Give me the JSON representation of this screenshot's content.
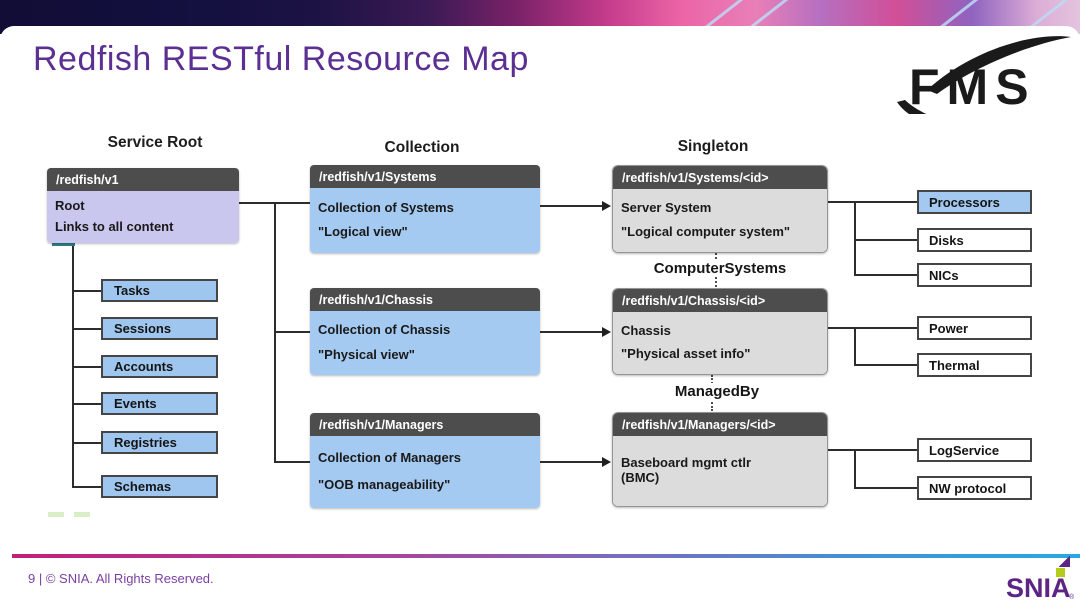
{
  "slide": {
    "title": "Redfish RESTful Resource Map",
    "footer_text": "9 | © SNIA. All Rights Reserved."
  },
  "logos": {
    "fms": "FMS",
    "snia": "SNIA",
    "snia_reg": "®"
  },
  "columns": {
    "service_root": "Service Root",
    "collection": "Collection",
    "singleton": "Singleton"
  },
  "service_root": {
    "path": "/redfish/v1",
    "lines": [
      "Root",
      "Links to all content"
    ]
  },
  "root_children": [
    "Tasks",
    "Sessions",
    "Accounts",
    "Events",
    "Registries",
    "Schemas"
  ],
  "collections": [
    {
      "path": "/redfish/v1/Systems",
      "line1": "Collection of Systems",
      "line2": "\"Logical view\""
    },
    {
      "path": "/redfish/v1/Chassis",
      "line1": "Collection of Chassis",
      "line2": "\"Physical view\""
    },
    {
      "path": "/redfish/v1/Managers",
      "line1": "Collection of Managers",
      "line2": "\"OOB manageability\""
    }
  ],
  "singletons": [
    {
      "path": "/redfish/v1/Systems/<id>",
      "line1": "Server System",
      "line2": "\"Logical computer system\""
    },
    {
      "path": "/redfish/v1/Chassis/<id>",
      "line1": "Chassis",
      "line2": "\"Physical asset info\""
    },
    {
      "path": "/redfish/v1/Managers/<id>",
      "line1": "Baseboard mgmt ctlr",
      "line2": "(BMC)"
    }
  ],
  "relations": [
    "ComputerSystems",
    "ManagedBy"
  ],
  "system_children": [
    "Processors",
    "Disks",
    "NICs"
  ],
  "chassis_children": [
    "Power",
    "Thermal"
  ],
  "manager_children": [
    "LogService",
    "NW protocol"
  ],
  "colors": {
    "title_purple": "#5b3092",
    "node_header_gray": "#4d4d4d",
    "root_body_lavender": "#c9c7ee",
    "collection_body_blue": "#a5caf1",
    "singleton_body_gray": "#dcdcdd",
    "leaf_blue": "#9fc6ee",
    "footer_purple": "#7b3fa0",
    "snia_purple": "#5c2483",
    "snia_green": "#b5cc18",
    "footer_gradient_left": "#c32079",
    "footer_gradient_right": "#27a9e2"
  }
}
